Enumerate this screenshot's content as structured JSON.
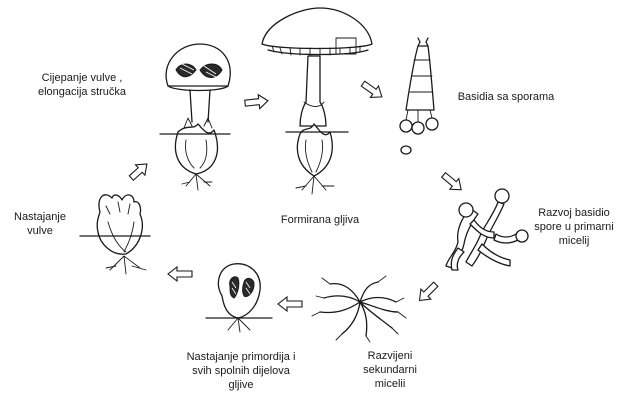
{
  "stages": {
    "cap_opening": {
      "line1": "Cijepanje vulve ,",
      "line2": "elongacija stručka"
    },
    "basidia": {
      "line1": "Basidia sa sporama"
    },
    "primary_mycelium": {
      "line1": "Razvoj basidio",
      "line2": "spore u primarni",
      "line3": "micelij"
    },
    "secondary_mycelium": {
      "line1": "Razvijeni",
      "line2": "sekundarni",
      "line3": "micelii"
    },
    "primordium": {
      "line1": "Nastajanje primordija i",
      "line2": "svih spolnih  dijelova",
      "line3": "gljive"
    },
    "volva": {
      "line1": "Nastajanje",
      "line2": "vulve"
    },
    "mature": {
      "line1": "Formirana gljiva"
    }
  }
}
